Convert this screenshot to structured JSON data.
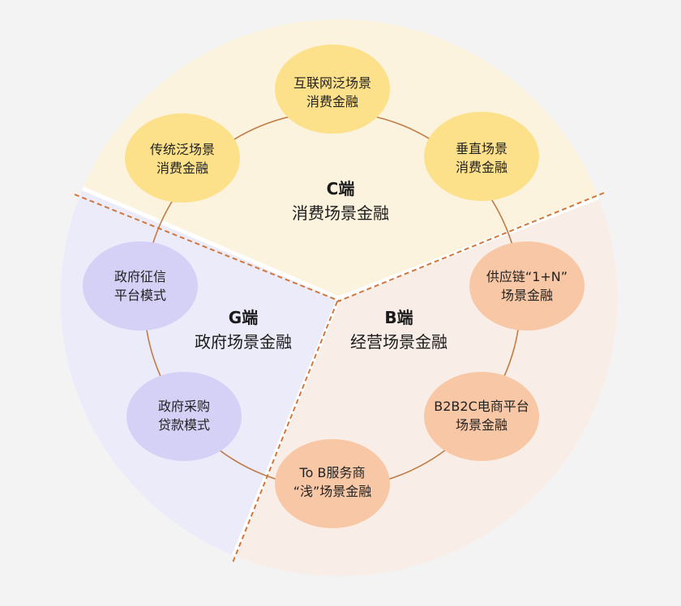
{
  "colors": {
    "background": "#f3f3f3",
    "sector_c": "#fbf3de",
    "sector_g": "#ecebfa",
    "sector_b": "#f9eee7",
    "node_c": "#fde08a",
    "node_g": "#d4d0f6",
    "node_b": "#f8c8a6",
    "ring": "#c07c45",
    "divider": "#d2773c"
  },
  "sectors": {
    "c": {
      "title": "C端",
      "subtitle": "消费场景金融"
    },
    "g": {
      "title": "G端",
      "subtitle": "政府场景金融"
    },
    "b": {
      "title": "B端",
      "subtitle": "经营场景金融"
    }
  },
  "nodes": {
    "internet": [
      "互联网泛场景",
      "消费金融"
    ],
    "vertical": [
      "垂直场景",
      "消费金融"
    ],
    "traditional": [
      "传统泛场景",
      "消费金融"
    ],
    "supply_chain": [
      "供应链“1+N”",
      "场景金融"
    ],
    "b2b2c": [
      "B2B2C电商平台",
      "场景金融"
    ],
    "tob": [
      "To B服务商",
      "“浅”场景金融"
    ],
    "credit": [
      "政府征信",
      "平台模式"
    ],
    "procurement": [
      "政府采购",
      "贷款模式"
    ]
  }
}
